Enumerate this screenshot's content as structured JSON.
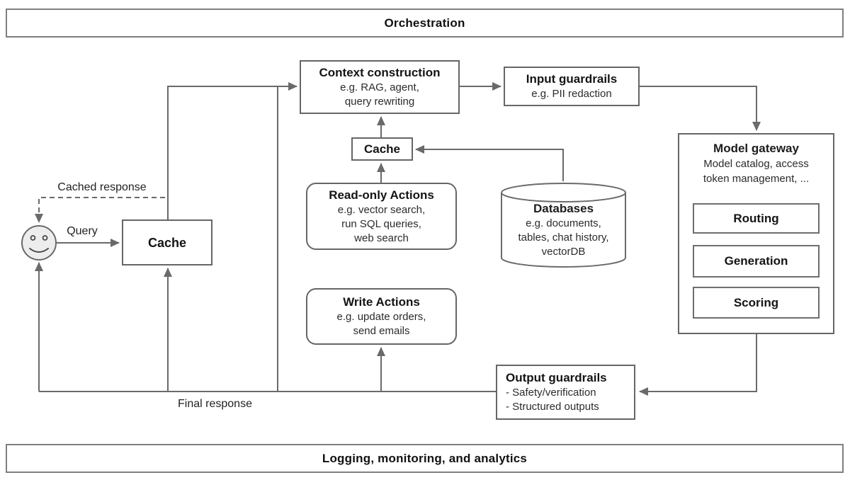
{
  "banners": {
    "top": "Orchestration",
    "bottom": "Logging, monitoring, and analytics"
  },
  "nodes": {
    "context_construction": {
      "title": "Context construction",
      "lines": [
        "e.g. RAG, agent,",
        "query rewriting"
      ]
    },
    "input_guardrails": {
      "title": "Input guardrails",
      "lines": [
        "e.g. PII redaction"
      ]
    },
    "cache_top": {
      "title": "Cache"
    },
    "read_only_actions": {
      "title": "Read-only Actions",
      "lines": [
        "e.g. vector search,",
        "run SQL queries,",
        "web search"
      ]
    },
    "databases": {
      "title": "Databases",
      "lines": [
        "e.g. documents,",
        "tables, chat history,",
        "vectorDB"
      ]
    },
    "model_gateway": {
      "title": "Model gateway",
      "lines": [
        "Model catalog, access",
        "token management, ..."
      ],
      "sub": [
        "Routing",
        "Generation",
        "Scoring"
      ]
    },
    "cache_left": {
      "title": "Cache"
    },
    "write_actions": {
      "title": "Write Actions",
      "lines": [
        "e.g. update orders,",
        "send emails"
      ]
    },
    "output_guardrails": {
      "title": "Output guardrails",
      "lines": [
        "- Safety/verification",
        "- Structured outputs"
      ]
    }
  },
  "edge_labels": {
    "cached_response": "Cached response",
    "query": "Query",
    "final_response": "Final response"
  },
  "icons": {
    "user": "smiley-face-icon",
    "databases": "database-cylinder-icon"
  },
  "colors": {
    "line": "#6a6a6a",
    "box_border": "#666666",
    "banner_border": "#7f7f7f",
    "text": "#1c1c1c",
    "background": "#ffffff",
    "smiley_fill": "#ededed"
  }
}
